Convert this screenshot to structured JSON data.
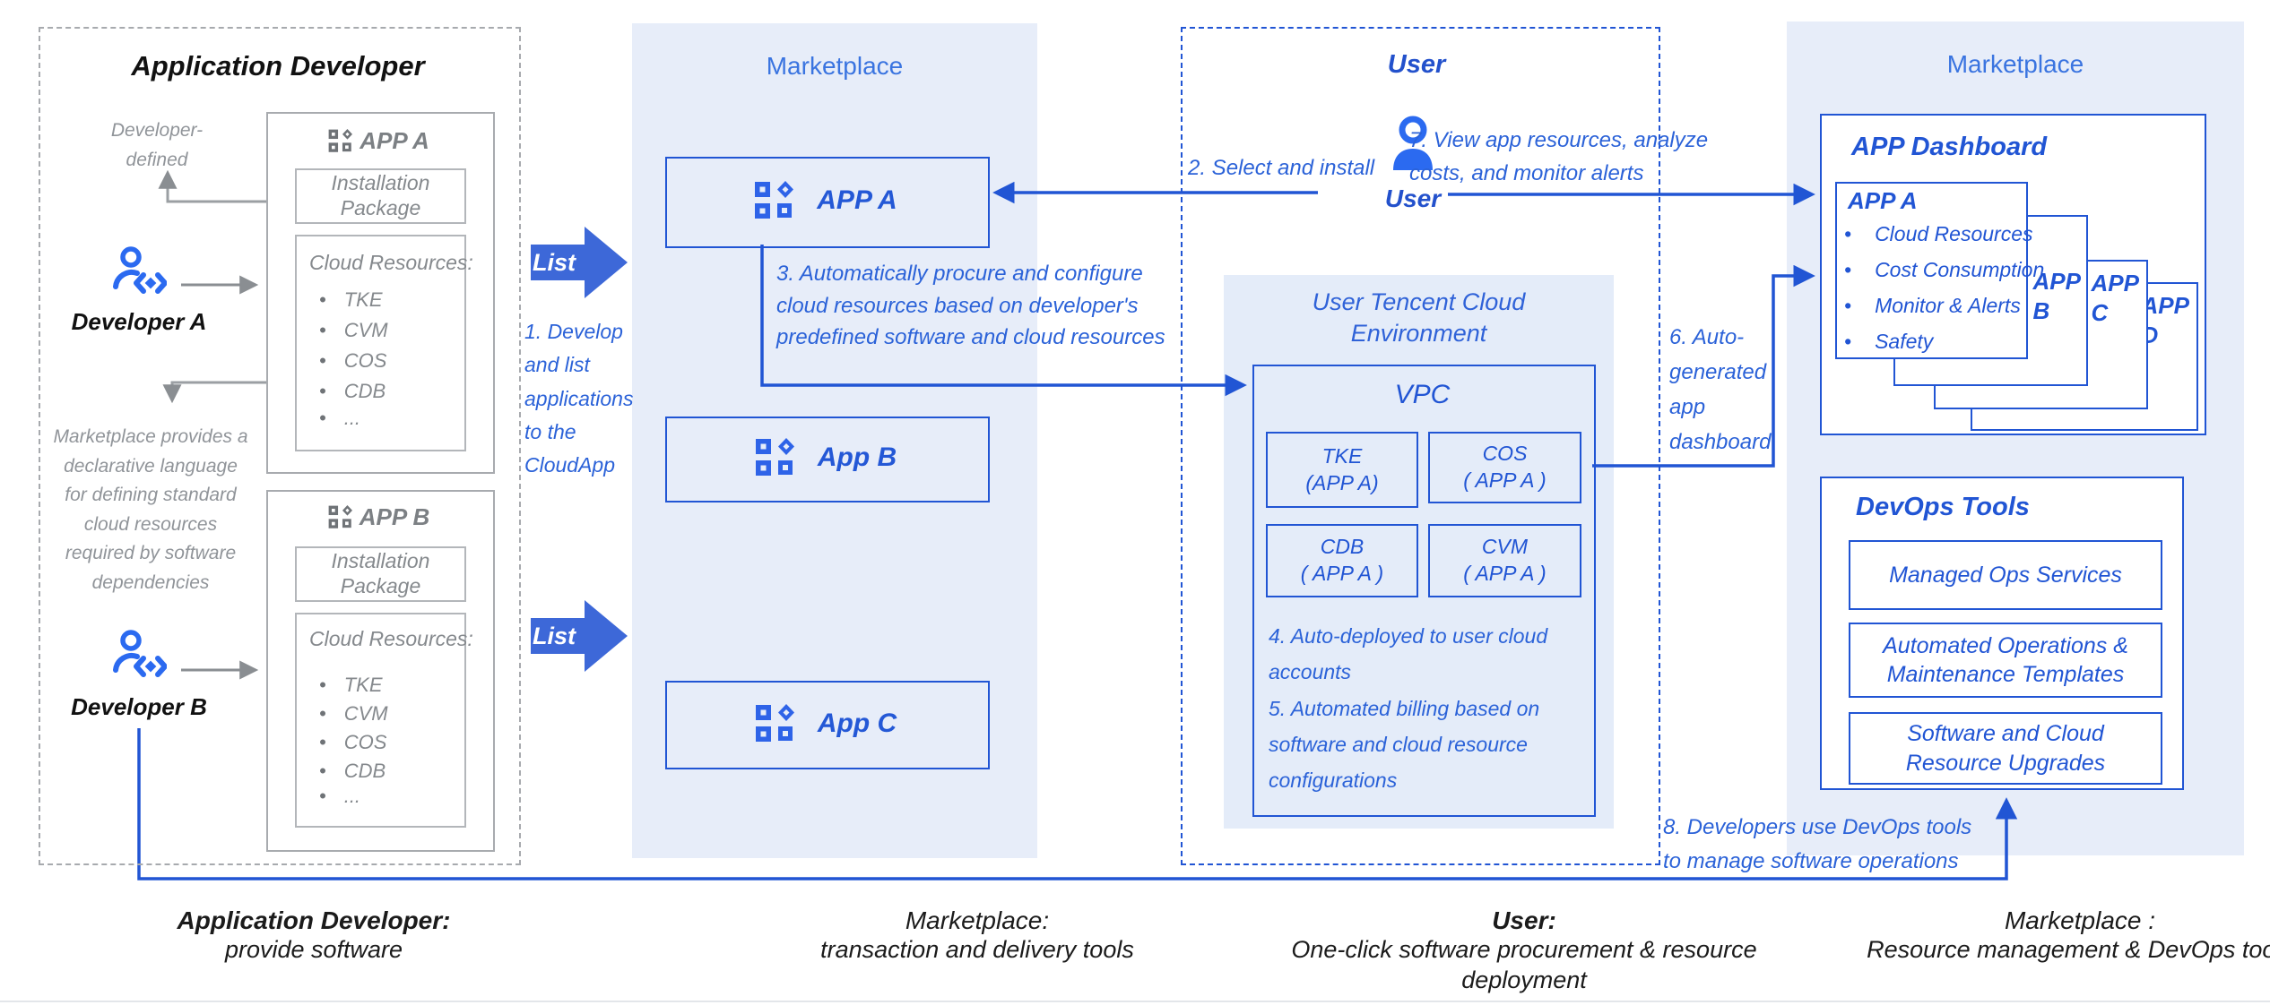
{
  "left": {
    "title": "Application Developer",
    "note_top": "Developer-\ndefined",
    "note_mid": "Marketplace provides a\ndeclarative language\nfor defining standard\ncloud resources\nrequired by software\ndependencies",
    "developer_a": "Developer A",
    "developer_b": "Developer B",
    "app_a": {
      "title": "APP A",
      "install": "Installation\nPackage",
      "resources_title": "Cloud Resources:",
      "resources": [
        "TKE",
        "CVM",
        "COS",
        "CDB",
        "..."
      ]
    },
    "app_b": {
      "title": "APP B",
      "install": "Installation\nPackage",
      "resources_title": "Cloud Resources:",
      "resources": [
        "TKE",
        "CVM",
        "COS",
        "CDB",
        "..."
      ]
    }
  },
  "market1": {
    "title": "Marketplace",
    "list_label": "List",
    "apps": [
      "APP A",
      "App B",
      "App C"
    ]
  },
  "steps": {
    "s1": "1. Develop\nand list\napplications\nto the\nCloudApp",
    "s2": "2. Select and install",
    "s3": "3. Automatically procure and configure\ncloud resources based on developer's\npredefined software and cloud resources",
    "s45": "4. Auto-deployed to user cloud\naccounts\n5. Automated billing based on\nsoftware and cloud resource\nconfigurations",
    "s6": "6. Auto-\ngenerated\napp\ndashboard",
    "s7": "7. View app resources, analyze\ncosts, and monitor alerts",
    "s8": "8. Developers use DevOps tools\nto manage software operations"
  },
  "user": {
    "title": "User",
    "icon_label": "User",
    "env_title": "User Tencent Cloud\nEnvironment",
    "vpc": "VPC",
    "resources": [
      {
        "name": "TKE",
        "app": "(APP A)"
      },
      {
        "name": "COS",
        "app": "( APP A )"
      },
      {
        "name": "CDB",
        "app": "( APP A )"
      },
      {
        "name": "CVM",
        "app": "( APP A )"
      }
    ]
  },
  "market2": {
    "title": "Marketplace",
    "dashboard": {
      "title": "APP Dashboard",
      "front_app": "APP A",
      "bullets": [
        "Cloud Resources",
        "Cost Consumption",
        "Monitor & Alerts",
        "Safety"
      ],
      "stack": [
        "APP\nB",
        "APP\nC",
        "APP\nD"
      ]
    },
    "devops": {
      "title": "DevOps Tools",
      "items": [
        "Managed Ops Services",
        "Automated Operations &\nMaintenance Templates",
        "Software and Cloud\nResource Upgrades"
      ]
    }
  },
  "captions": [
    {
      "title": "Application Developer:",
      "subtitle": "provide software"
    },
    {
      "title": "Marketplace:",
      "subtitle": "transaction and delivery tools"
    },
    {
      "title": "User:",
      "subtitle": "One-click software procurement & resource\ndeployment"
    },
    {
      "title": "Marketplace :",
      "subtitle": "Resource management & DevOps tools"
    }
  ],
  "colors": {
    "blue": "#2155d4",
    "panel": "#e7edf9",
    "gray": "#8e9296",
    "arrow_fill": "#3d68d8"
  }
}
